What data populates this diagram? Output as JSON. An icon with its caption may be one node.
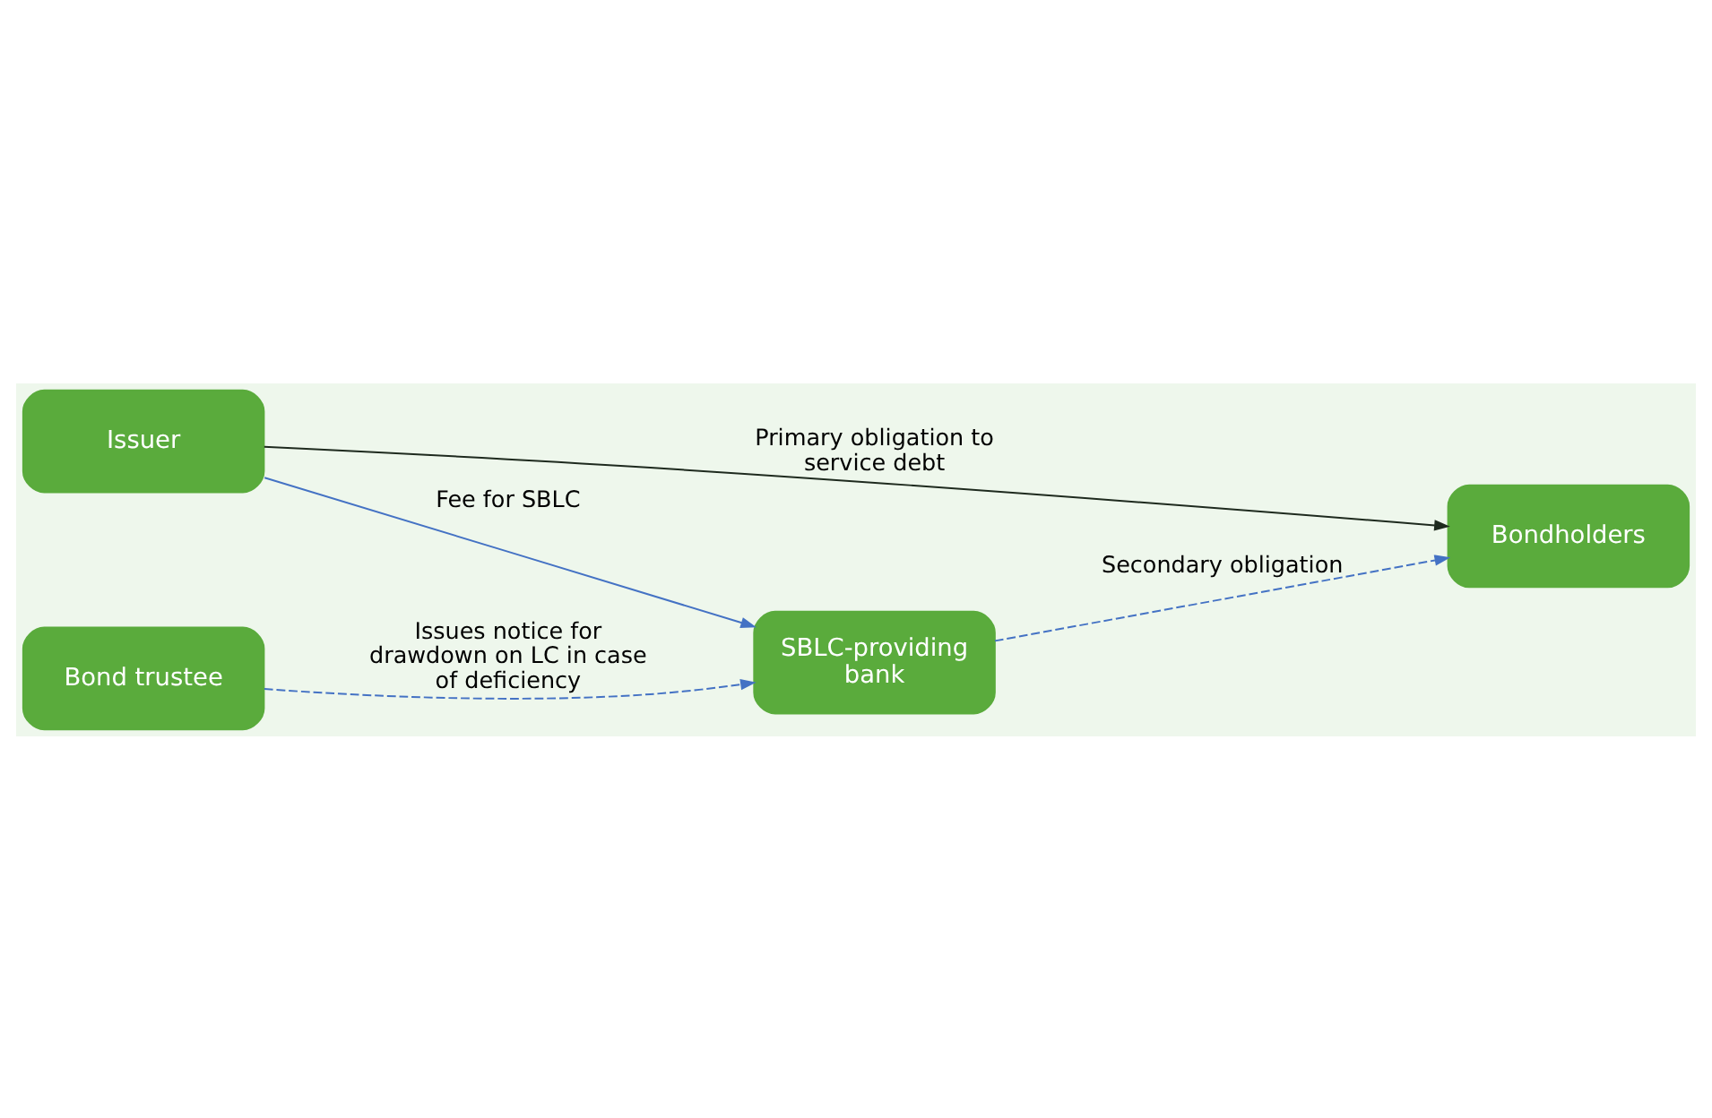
{
  "diagram": {
    "nodes": [
      {
        "text": [
          "SBLC-providing bank"
        ]
      },
      {
        "text": [
          "Bond trustee"
        ]
      },
      {
        "text": [
          "Issuer"
        ]
      },
      {
        "text": [
          "Bondholders"
        ]
      }
    ],
    "edges": [
      {
        "from": 2,
        "to": 0,
        "arrow": "to",
        "label": "Fee for SBLC",
        "color": "#4472c4"
      },
      {
        "from": 1,
        "to": 0,
        "arrow": "to",
        "label": "Issues notice for drawdown on LC in case of deficiency",
        "style": "dashed",
        "color": "#4472c4"
      },
      {
        "from": 0,
        "to": 3,
        "arrow": "to",
        "label": "Secondary obligation",
        "style": "dashed",
        "color": "#4472c4"
      },
      {
        "from": 2,
        "to": 3,
        "arrow": "to",
        "label": "Primary obligation to service debt",
        "color": "#1e2a1e"
      }
    ]
  }
}
